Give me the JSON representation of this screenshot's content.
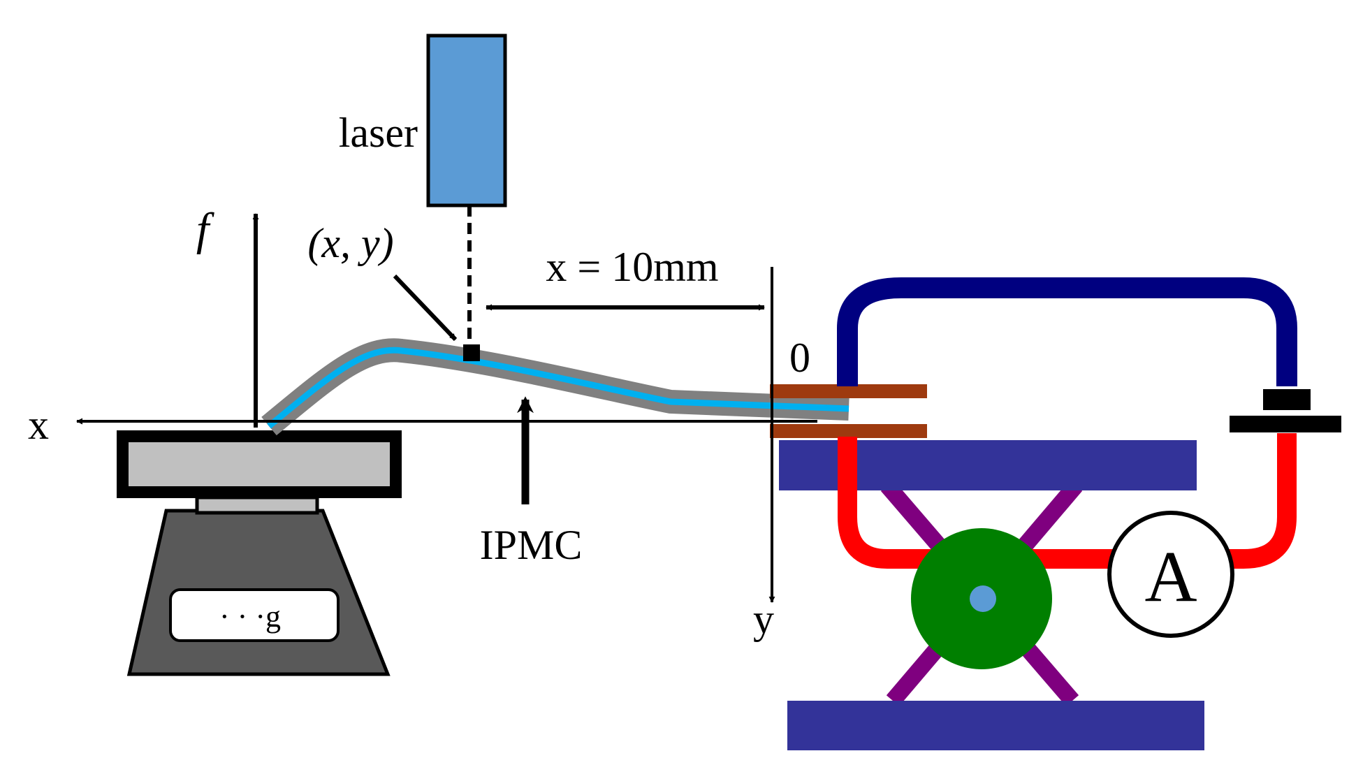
{
  "labels": {
    "laser": "laser",
    "force": "f",
    "point": "(x, y)",
    "distance": "x = 10mm",
    "origin": "0",
    "x_axis": "x",
    "y_axis": "y",
    "sample": "IPMC",
    "scale_reading": "· · ·g",
    "ammeter": "A"
  },
  "icons": {
    "laser": "laser-sensor-icon",
    "scale": "weighing-scale-icon",
    "clamp": "electrode-clamp-icon",
    "stage": "scissor-lift-stage-icon",
    "battery": "battery-icon",
    "ammeter": "ammeter-icon"
  },
  "colors": {
    "laser_body": "#5b9bd5",
    "ipmc_core": "#00b0f0",
    "ipmc_shell": "#808080",
    "electrode": "#9e3a0f",
    "wire_top": "#000080",
    "wire_bottom": "#ff0000",
    "stage_plate": "#333399",
    "scissor_arm": "#7f007f",
    "stage_wheel": "#007f00",
    "wheel_hub": "#5b9bd5",
    "scale_body": "#595959",
    "scale_pan": "#c0c0c0"
  }
}
